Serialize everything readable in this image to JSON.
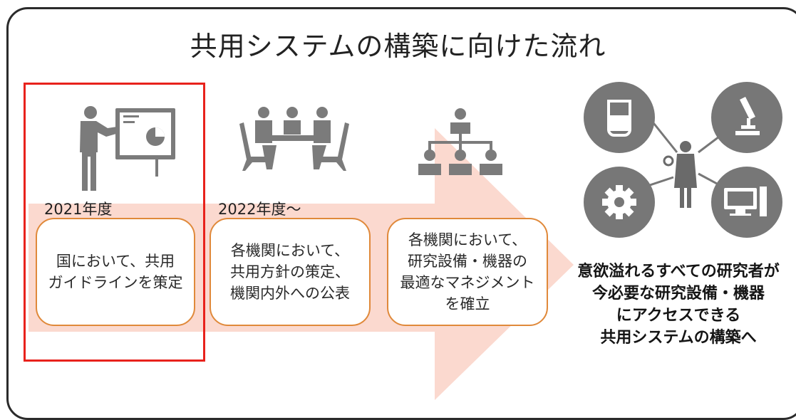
{
  "title": "共用システムの構築に向けた流れ",
  "stages": [
    {
      "year": "2021年度",
      "text": "国において、共用\nガイドラインを策定",
      "icon": "presentation-icon",
      "highlighted": true
    },
    {
      "year": "2022年度〜",
      "text": "各機関において、\n共用方針の策定、\n機関内外への公表",
      "icon": "meeting-icon"
    },
    {
      "year": "",
      "text": "各機関において、\n研究設備・機器の\n最適なマネジメント\nを確立",
      "icon": "org-chart-icon"
    }
  ],
  "goal": {
    "text": "意欲溢れるすべての研究者が\n今必要な研究設備・機器\nにアクセスできる\n共用システムの構築へ",
    "icons": [
      "researcher-icon",
      "beaker-icon",
      "microscope-icon",
      "gear-icon",
      "computer-icon"
    ]
  },
  "colors": {
    "arrow": "#fbd9cf",
    "box_border": "#e0893a",
    "highlight": "#e8221c",
    "icon_gray": "#7b7b7b",
    "circle_gray": "#777777"
  }
}
